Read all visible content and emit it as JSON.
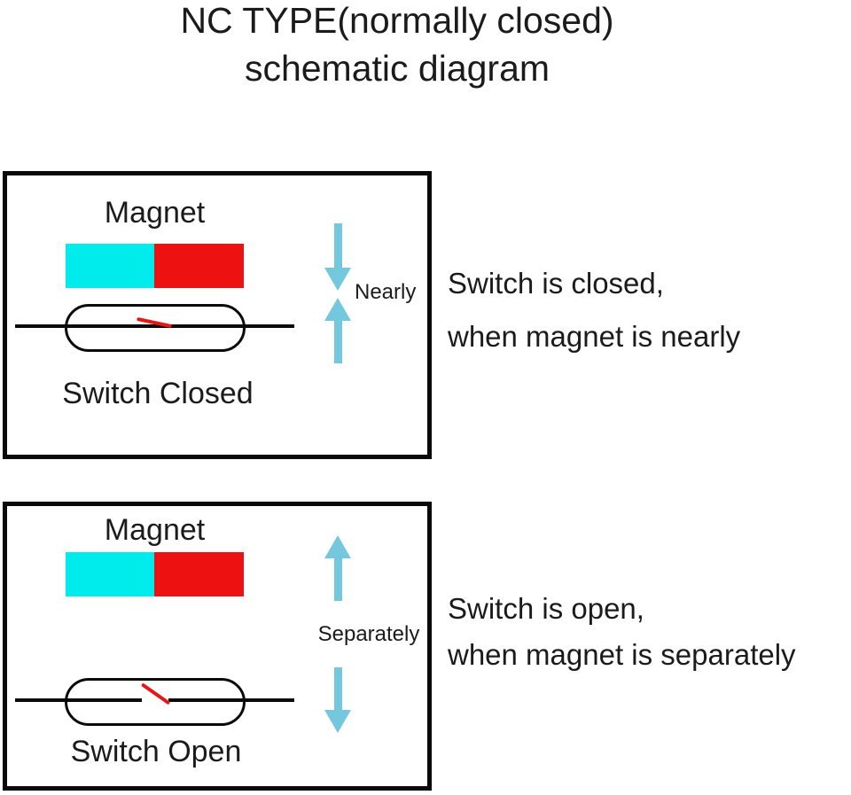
{
  "title": {
    "line1": "NC TYPE(normally closed)",
    "line2": "schematic diagram"
  },
  "colors": {
    "magnet_north": "#00ecec",
    "magnet_south": "#ee1111",
    "arrow": "#74c8de",
    "contact": "#e81717",
    "ink": "#1b1b1b",
    "line": "#0a0a0a"
  },
  "panels": [
    {
      "state": "closed",
      "magnet_label": "Magnet",
      "switch_label": "Switch Closed",
      "arrow_label": "Nearly",
      "arrow_direction": "toward-each-other",
      "caption_line1": "Switch is closed,",
      "caption_line2": "when magnet is nearly"
    },
    {
      "state": "open",
      "magnet_label": "Magnet",
      "switch_label": "Switch Open",
      "arrow_label": "Separately",
      "arrow_direction": "away-from-each-other",
      "caption_line1": "Switch is open,",
      "caption_line2": "when magnet is separately"
    }
  ]
}
